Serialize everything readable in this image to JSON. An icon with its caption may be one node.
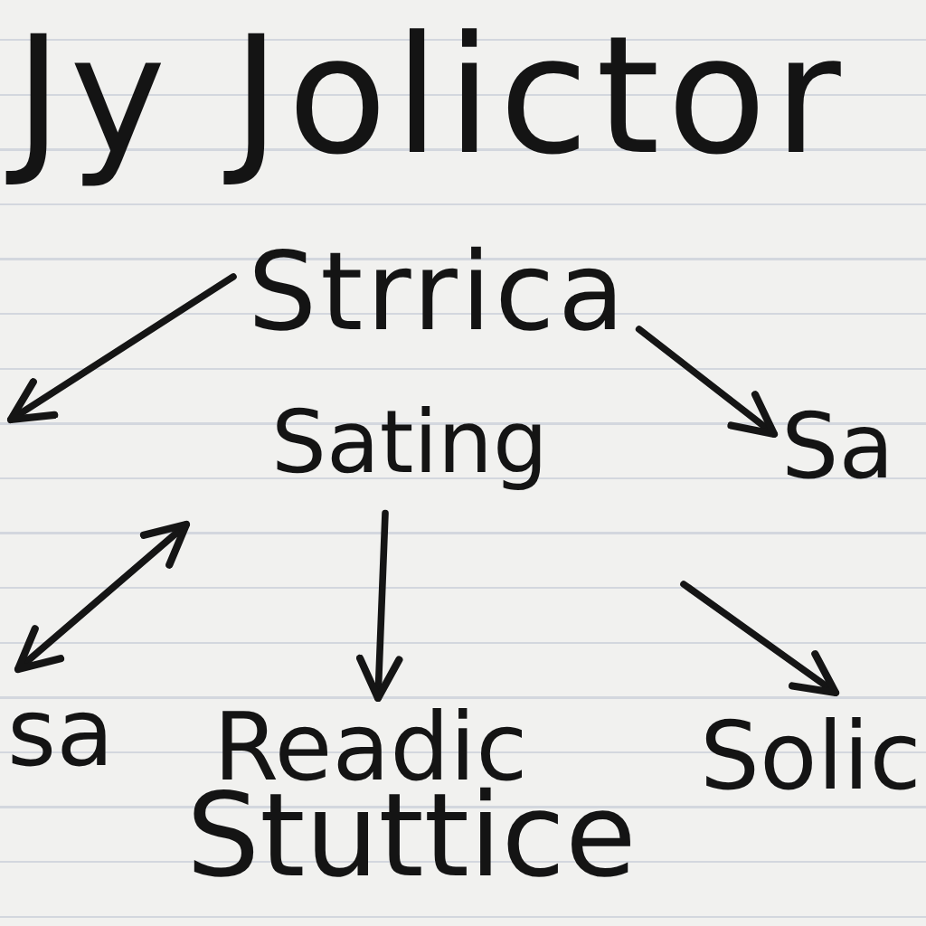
{
  "diagram": {
    "title": "Jy Jolictor",
    "nodes": [
      {
        "text": [
          "Strrica"
        ]
      },
      {
        "text": [
          "Sating"
        ]
      },
      {
        "text": [
          "Sa"
        ]
      },
      {
        "text": [
          "sa"
        ]
      },
      {
        "text": [
          "Readic",
          "Stuttice"
        ]
      },
      {
        "text": [
          "Solic"
        ]
      }
    ],
    "edges": [
      {
        "from": 0,
        "to": null,
        "arrow": "to"
      },
      {
        "from": 0,
        "to": 2,
        "arrow": "to"
      },
      {
        "from": 3,
        "to": null,
        "arrow": "both"
      },
      {
        "from": 1,
        "to": 4,
        "arrow": "to"
      },
      {
        "from": null,
        "to": 5,
        "arrow": "to"
      }
    ]
  }
}
